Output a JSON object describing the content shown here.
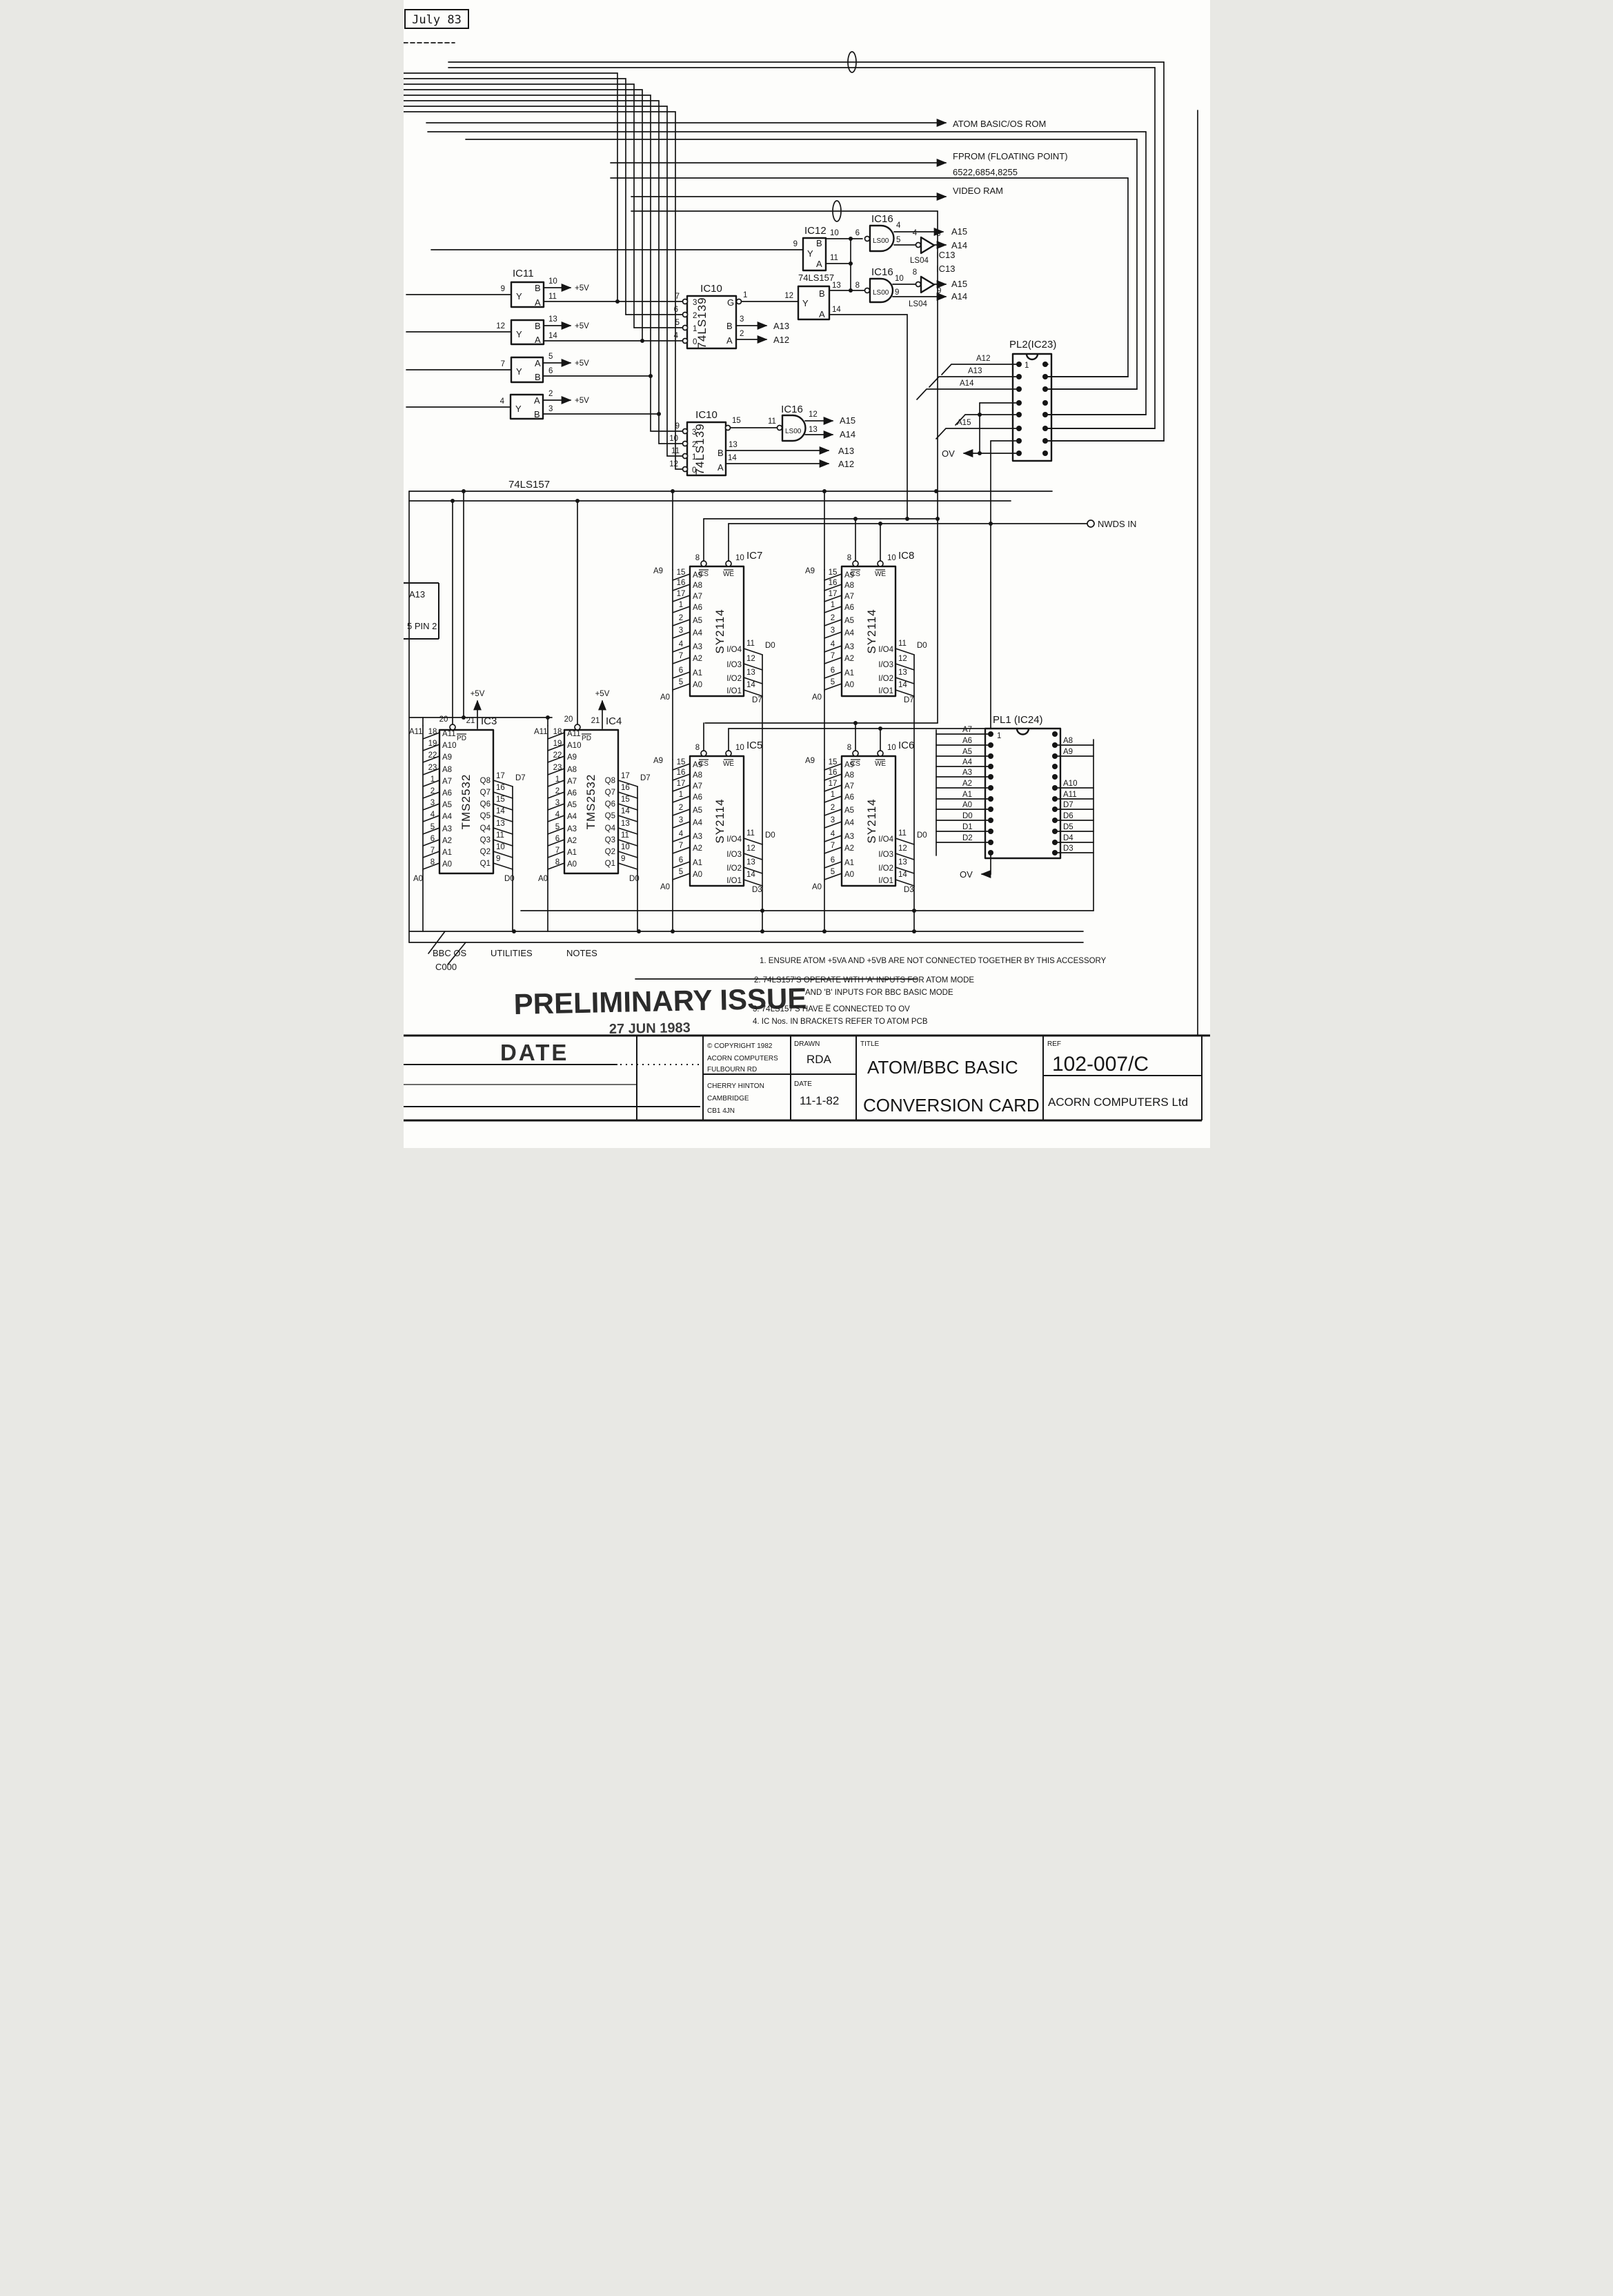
{
  "sheet": {
    "date_stamp": "July 83",
    "nwds": "NWDS IN",
    "ov": "OV",
    "p5": "+5V",
    "a13_margin": "A13",
    "pin2_margin": "5 PIN 2"
  },
  "buses": {
    "atom": "ATOM BASIC/OS ROM",
    "fprom": "FPROM (FLOATING POINT)",
    "fprom_chips": "6522,6854,8255",
    "video": "VIDEO RAM"
  },
  "sig": {
    "a15": "A15",
    "a14": "A14",
    "a13": "A13",
    "a12": "A12"
  },
  "ic11": {
    "name": "IC11",
    "part": "74LS157",
    "y": "Y",
    "a": "A",
    "b": "B",
    "g1": {
      "in": "9",
      "b": "10",
      "a": "11"
    },
    "g2": {
      "in": "12",
      "b": "13",
      "a": "14"
    },
    "g3": {
      "in": "7",
      "a": "5",
      "b": "6"
    },
    "g4": {
      "in": "4",
      "a": "2",
      "b": "3"
    }
  },
  "ic12": {
    "name": "IC12",
    "part": "74LS157",
    "in": "9",
    "b": "10",
    "a": "11"
  },
  "mux2": {
    "part": "74LS157",
    "in": "12",
    "b": "13",
    "a": "14"
  },
  "ic10": {
    "name": "IC10",
    "part": "74LS139",
    "rows": [
      "3",
      "2",
      "1",
      "0"
    ],
    "g": "G",
    "b": "B",
    "a": "A",
    "a_ext": [
      "7",
      "6",
      "5",
      "4"
    ],
    "a_g": "1",
    "a_gin": "12",
    "a_b": "3",
    "a_a": "2",
    "b_ext": [
      "9",
      "10",
      "11",
      "12"
    ],
    "b_g": "15",
    "b_gin": "11",
    "b_o1": "12",
    "b_o2": "13",
    "b_b": "13",
    "b_a": "14"
  },
  "gates": {
    "ic16": "IC16",
    "ls00": "LS00",
    "ic13": "IC13",
    "ls04": "LS04",
    "n1": {
      "in": "6",
      "o1": "4",
      "o2": "5"
    },
    "i1": {
      "in": "4",
      "out": "3"
    },
    "n2": {
      "in": "8",
      "o1": "10",
      "o2": "9"
    },
    "i2": {
      "in": "8",
      "out": "9"
    }
  },
  "pl2": {
    "name": "PL2(IC23)",
    "p1": "1",
    "a12": "A12",
    "a13": "A13",
    "a14": "A14",
    "a15": "A15"
  },
  "pl1": {
    "name": "PL1 (IC24)",
    "p1": "1",
    "left": [
      "A7",
      "A6",
      "A5",
      "A4",
      "A3",
      "A2",
      "A1",
      "A0",
      "D0",
      "D1",
      "D2"
    ],
    "right": [
      "A8",
      "A9",
      "A10",
      "A11",
      "D7",
      "D6",
      "D5",
      "D4",
      "D3"
    ]
  },
  "ram": {
    "part": "SY2114",
    "cs": "CS",
    "we": "WE",
    "csp": "8",
    "wep": "10",
    "addr": [
      "A9",
      "A8",
      "A7",
      "A6",
      "A5",
      "A4",
      "A3",
      "A2",
      "A1",
      "A0"
    ],
    "pins": [
      "15",
      "16",
      "17",
      "1",
      "2",
      "3",
      "4",
      "7",
      "6",
      "5"
    ],
    "io": [
      "I/O4",
      "I/O3",
      "I/O2",
      "I/O1"
    ],
    "iop": [
      "11",
      "12",
      "13",
      "14"
    ],
    "a9": "A9",
    "a0": "A0",
    "d0": "D0",
    "d7": "D7",
    "d3": "D3",
    "ic7": "IC7",
    "ic8": "IC8",
    "ic5": "IC5",
    "ic6": "IC6"
  },
  "rom": {
    "part": "TMS2532",
    "pd": "PD",
    "p20": "20",
    "p21": "21",
    "addr": [
      "A11",
      "A10",
      "A9",
      "A8",
      "A7",
      "A6",
      "A5",
      "A4",
      "A3",
      "A2",
      "A1",
      "A0"
    ],
    "pins": [
      "18",
      "19",
      "22",
      "23",
      "1",
      "2",
      "3",
      "4",
      "5",
      "6",
      "7",
      "8"
    ],
    "q": [
      "Q8",
      "Q7",
      "Q6",
      "Q5",
      "Q4",
      "Q3",
      "Q2",
      "Q1"
    ],
    "qp": [
      "17",
      "16",
      "15",
      "14",
      "13",
      "11",
      "10",
      "9"
    ],
    "a11": "A11",
    "a0": "A0",
    "d7": "D7",
    "d0": "D0",
    "ic3": "IC3",
    "ic4": "IC4"
  },
  "sections": {
    "bbc": "BBC OS",
    "c000": "C000",
    "util": "UTILITIES",
    "notes": "NOTES"
  },
  "notes": {
    "n1": "1. ENSURE ATOM +5VA AND +5VB ARE NOT CONNECTED TOGETHER BY THIS ACCESSORY",
    "n2a": "2. 74LS157'S OPERATE WITH 'A' INPUTS FOR ATOM MODE",
    "n2b": "AND 'B' INPUTS FOR BBC BASIC MODE",
    "n3": "3. 74LS157'S HAVE E̅ CONNECTED TO OV",
    "n4": "4. IC Nos. IN BRACKETS REFER TO ATOM PCB"
  },
  "stamps": {
    "prelim": "PRELIMINARY ISSUE",
    "jun": "27 JUN 1983",
    "date": "DATE"
  },
  "tb": {
    "c1": "© COPYRIGHT 1982",
    "c2": "ACORN COMPUTERS",
    "c3": "FULBOURN RD",
    "c4": "CHERRY HINTON",
    "c5": "CAMBRIDGE",
    "c6": "CB1 4JN",
    "drawn_l": "DRAWN",
    "drawn": "RDA",
    "date_l": "DATE",
    "date": "11-1-82",
    "title_l": "TITLE",
    "t1": "ATOM/BBC BASIC",
    "t2": "CONVERSION CARD",
    "ref_l": "REF",
    "ref": "102-007/C",
    "co": "ACORN COMPUTERS Ltd"
  }
}
